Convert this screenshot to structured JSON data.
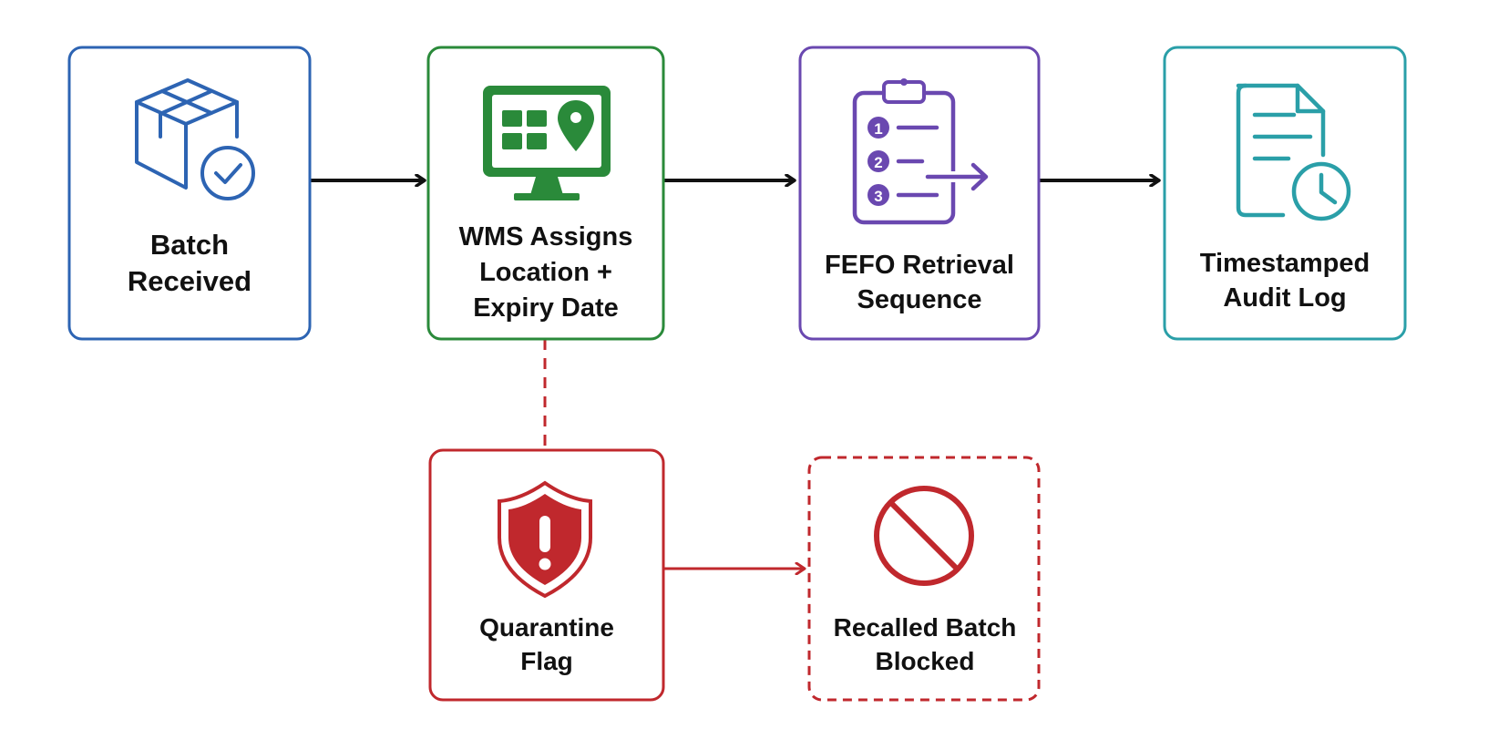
{
  "nodes": {
    "batch_received": {
      "lines": [
        "Batch",
        "Received"
      ],
      "color": "#2d64b3",
      "icon": "package-check-icon"
    },
    "wms_assigns": {
      "lines": [
        "WMS Assigns",
        "Location +",
        "Expiry Date"
      ],
      "color": "#2a8a3a",
      "icon": "monitor-map-pin-icon"
    },
    "fefo_retrieval": {
      "lines": [
        "FEFO Retrieval",
        "Sequence"
      ],
      "color": "#6a48b0",
      "icon": "numbered-clipboard-icon"
    },
    "audit_log": {
      "lines": [
        "Timestamped",
        "Audit Log"
      ],
      "color": "#2a9fa8",
      "icon": "document-clock-icon"
    },
    "quarantine_flag": {
      "lines": [
        "Quarantine",
        "Flag"
      ],
      "color": "#c0282d",
      "icon": "shield-alert-icon"
    },
    "recalled_blocked": {
      "lines": [
        "Recalled Batch",
        "Blocked"
      ],
      "color": "#c0282d",
      "icon": "blocked-icon"
    }
  },
  "connectors": {
    "main_flow_color": "#111111",
    "exception_flow_color": "#c0282d"
  }
}
